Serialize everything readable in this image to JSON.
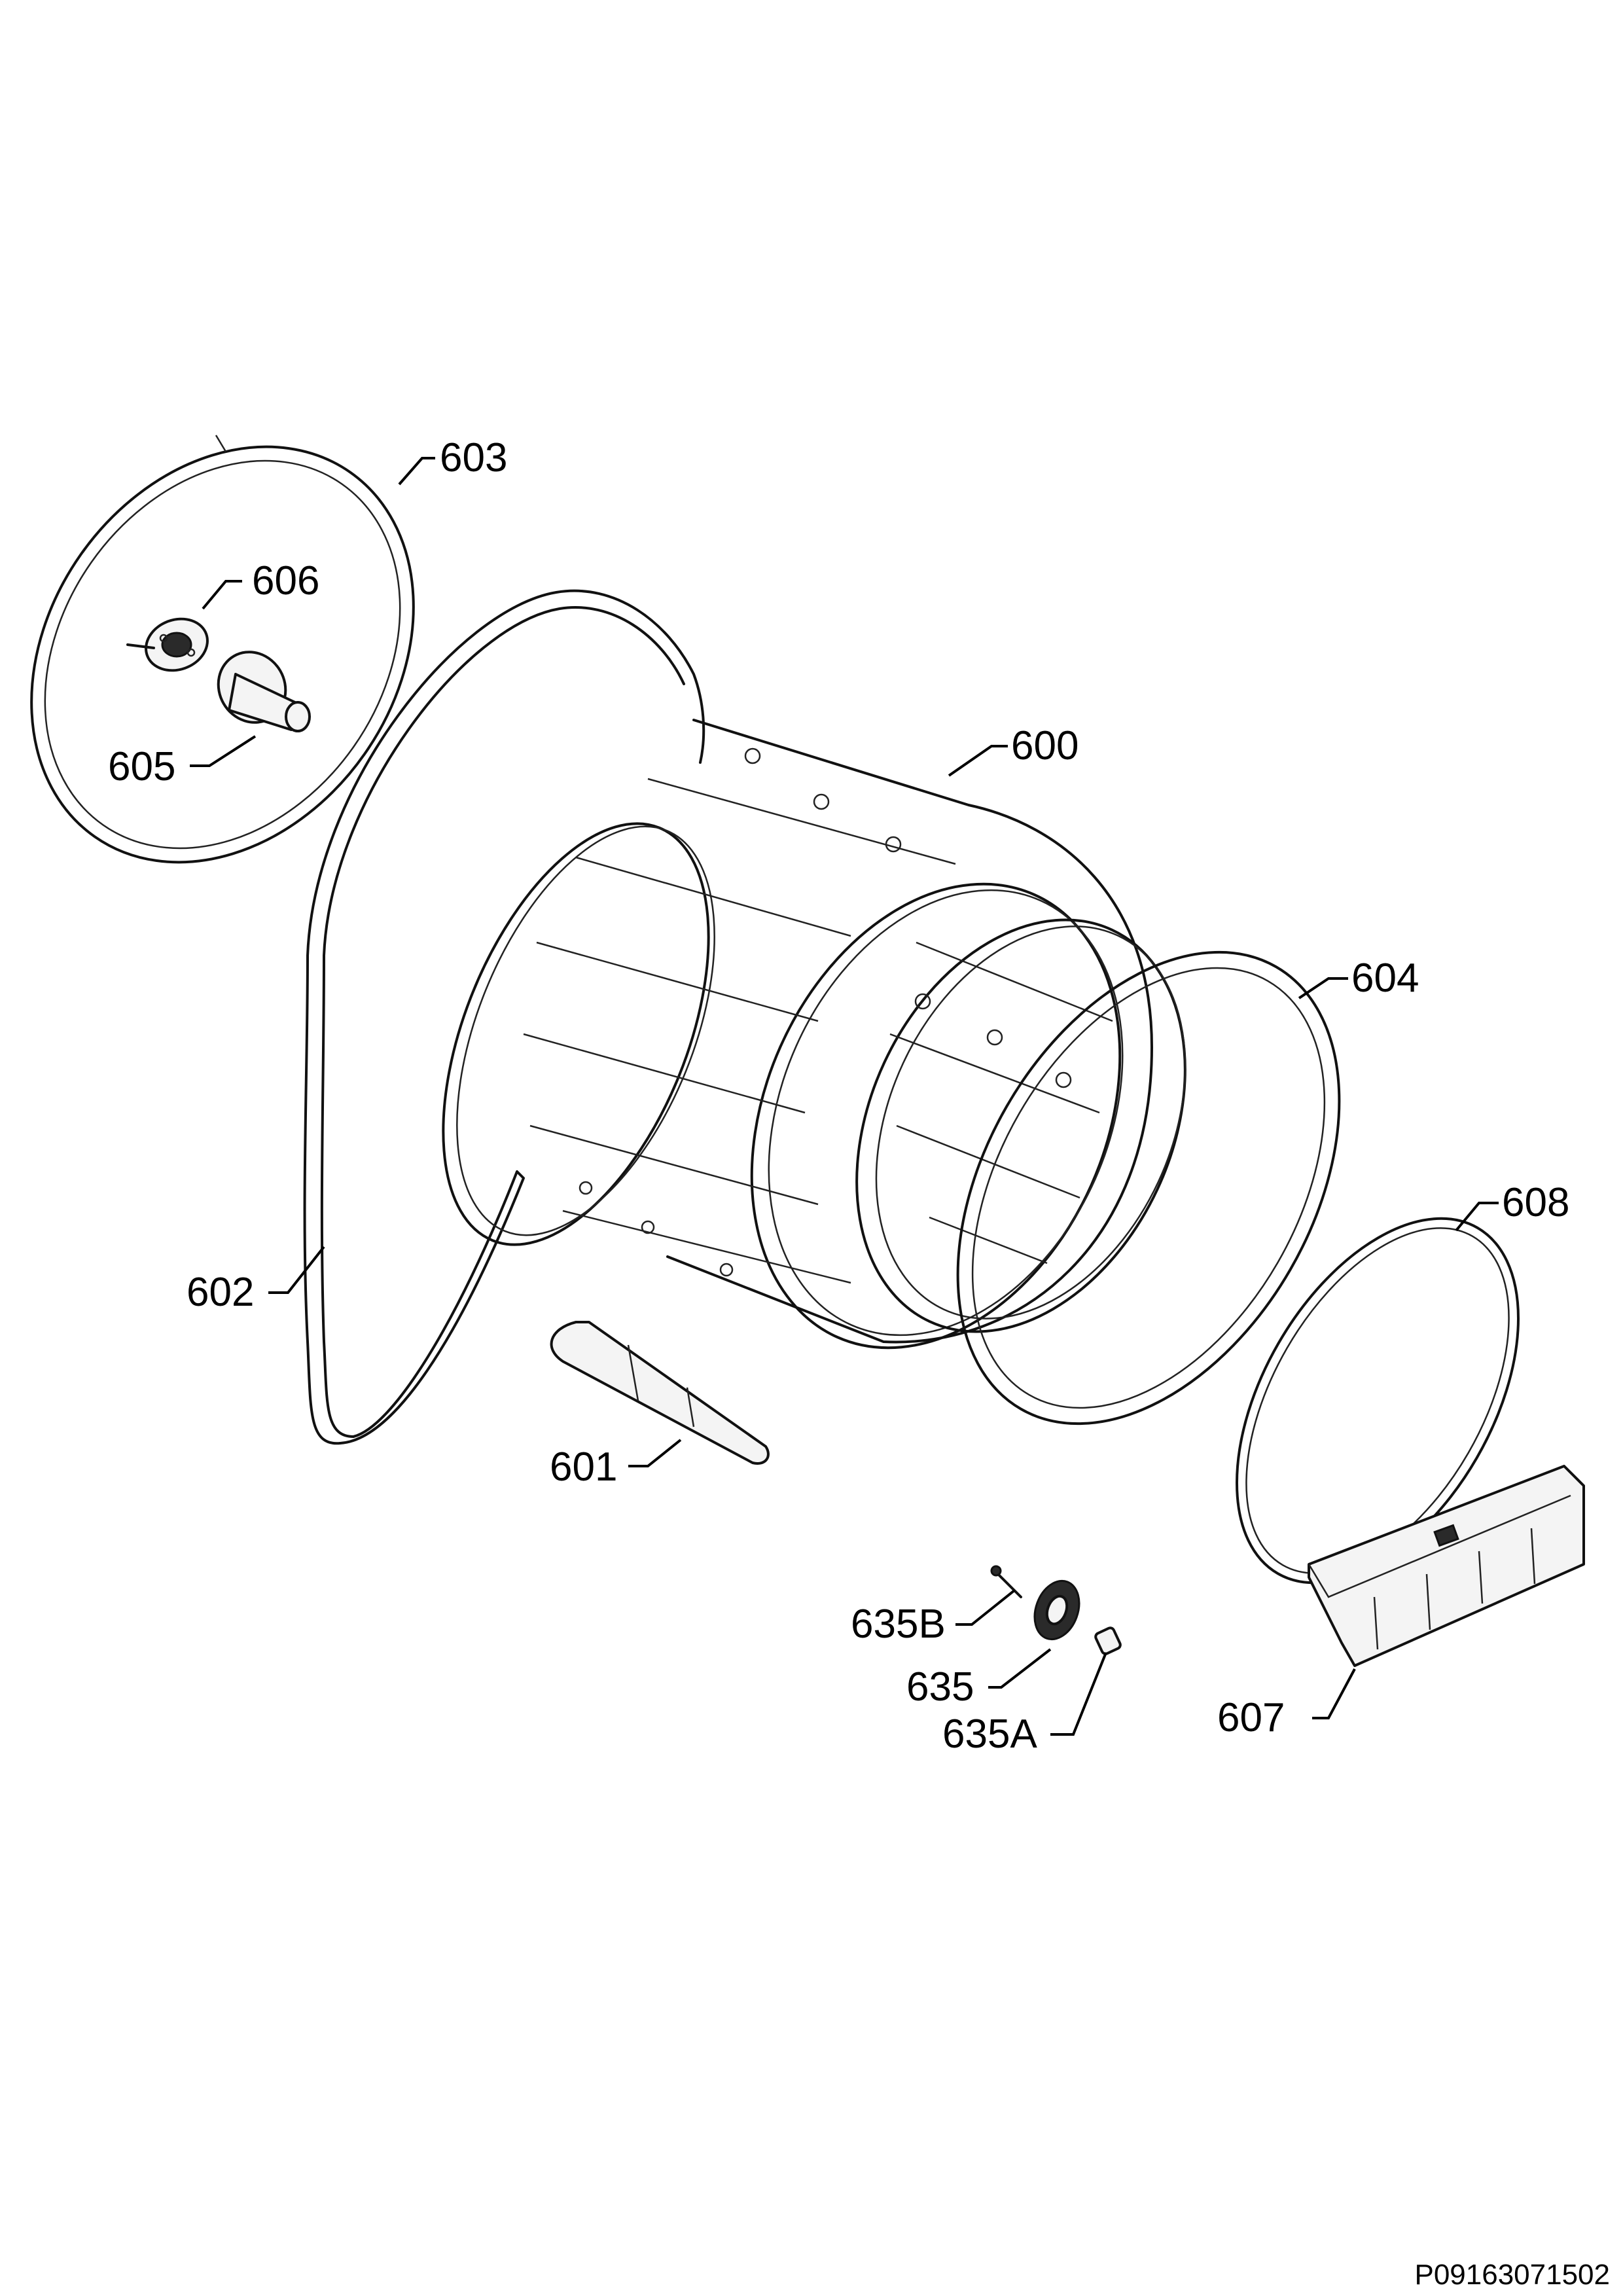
{
  "diagram": {
    "labels": {
      "p600": "600",
      "p601": "601",
      "p602": "602",
      "p603": "603",
      "p604": "604",
      "p605": "605",
      "p606": "606",
      "p607": "607",
      "p608": "608",
      "p635": "635",
      "p635A": "635A",
      "p635B": "635B"
    },
    "reference_code": "P09163071502"
  }
}
